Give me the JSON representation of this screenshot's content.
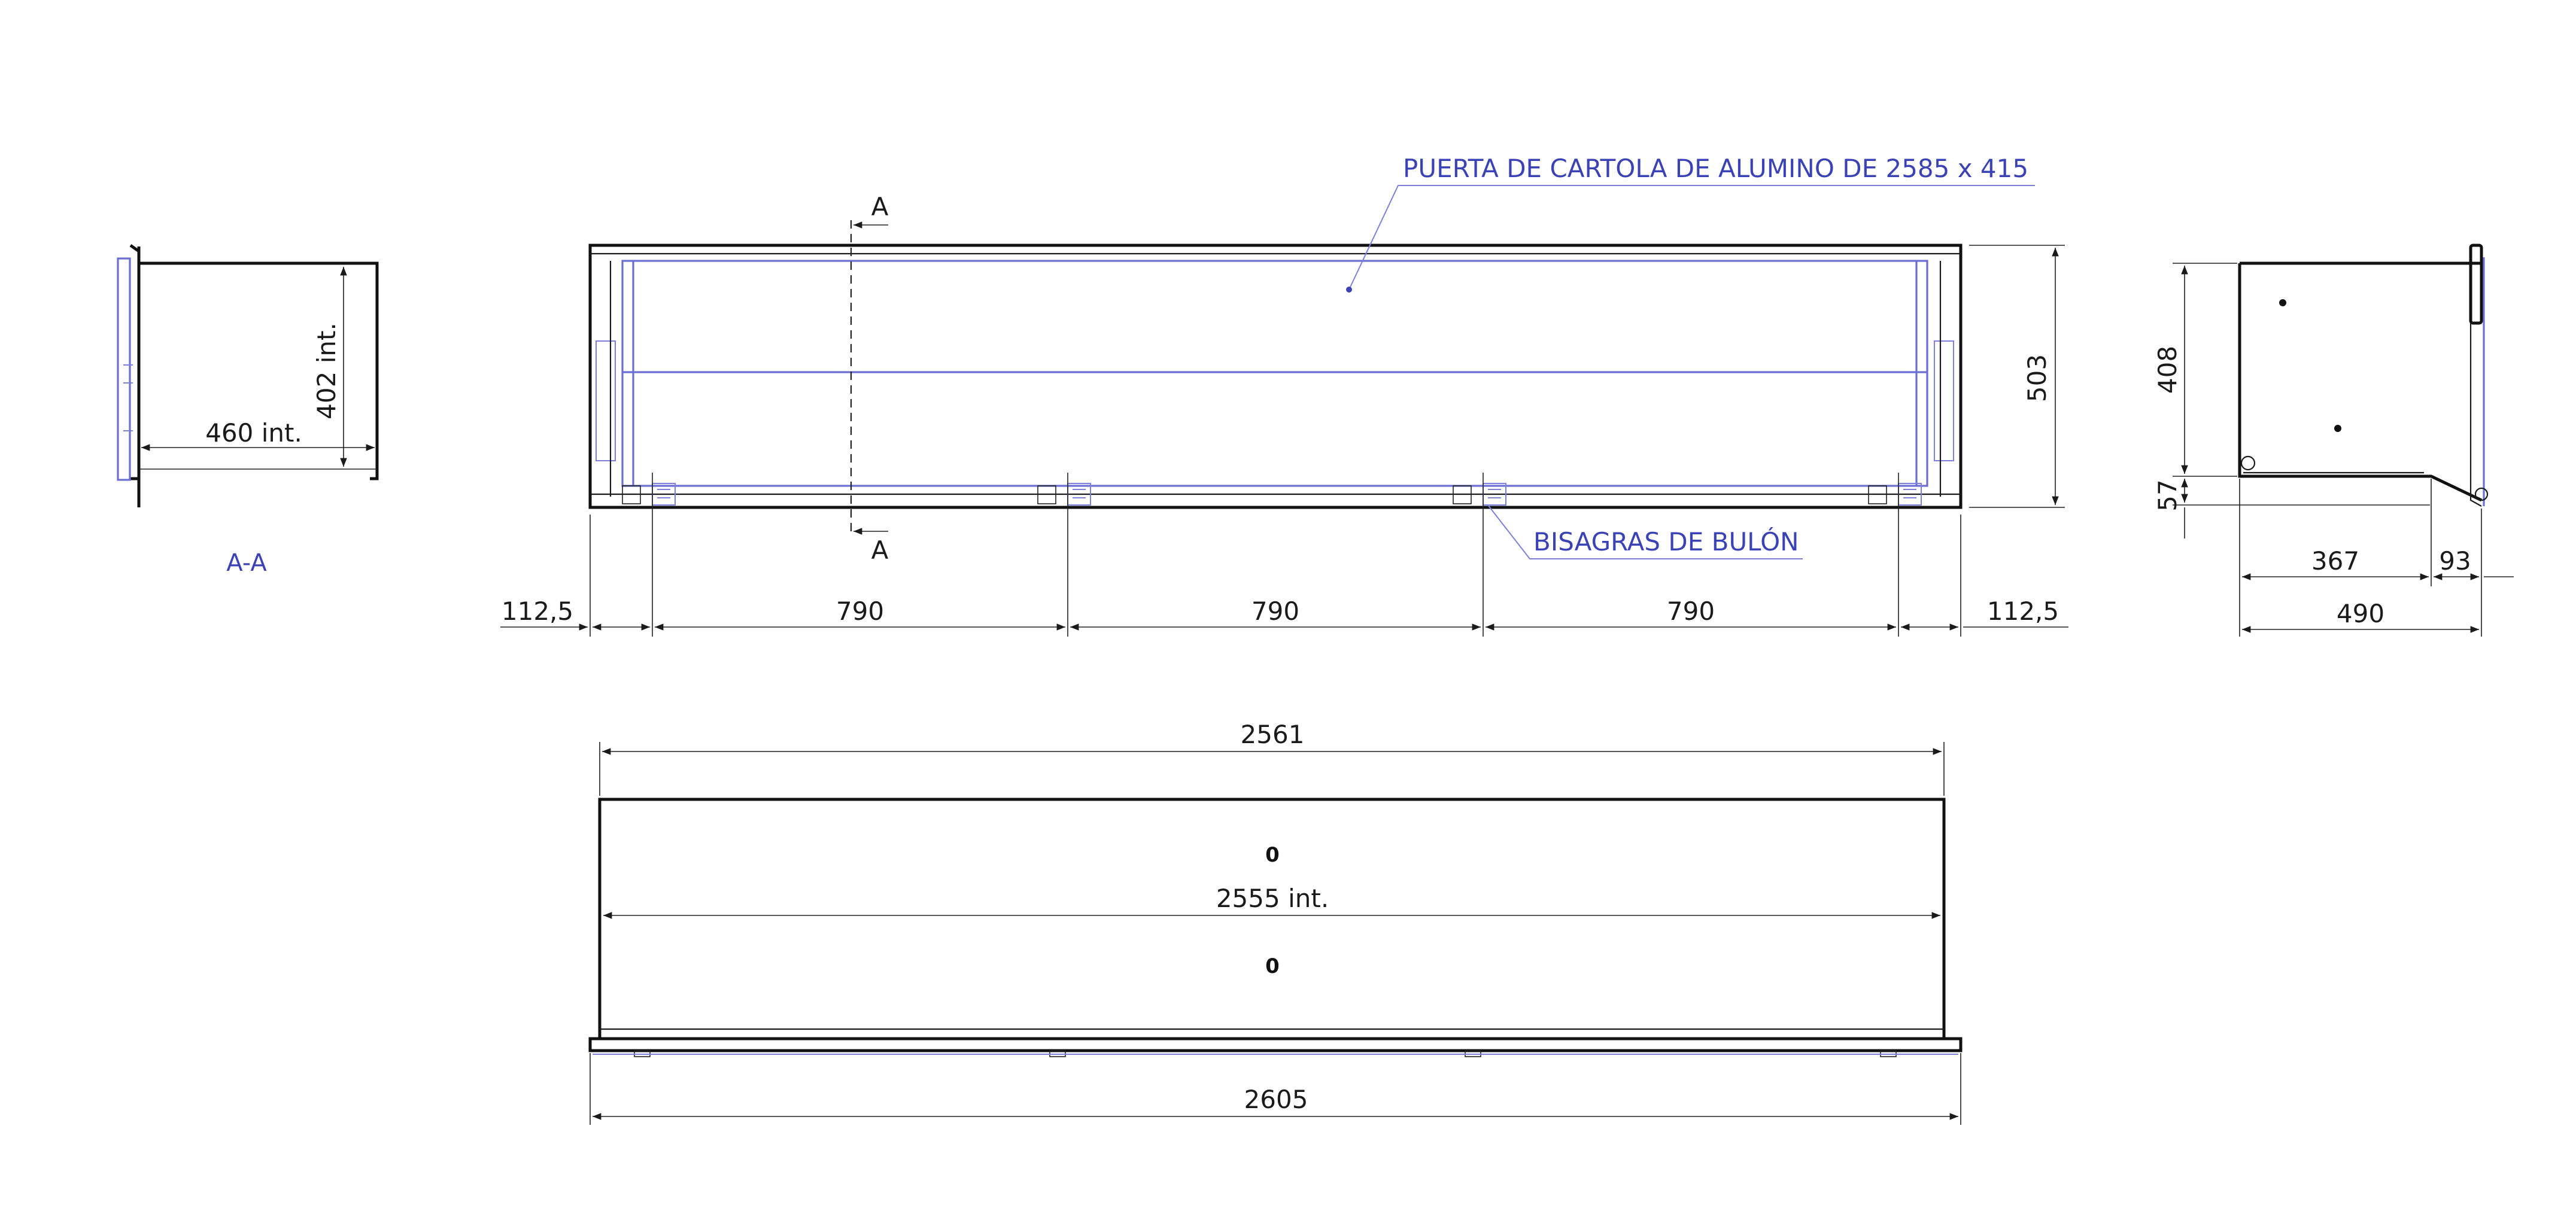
{
  "views": {
    "section_label": "A-A",
    "cut_marker": "A"
  },
  "notes": {
    "door_label": "PUERTA DE CARTOLA DE ALUMINO DE 2585 x 415",
    "hinge_label": "BISAGRAS DE BULÓN"
  },
  "dimensions": {
    "section_height": "402 int.",
    "section_width": "460 int.",
    "front_height": "503",
    "edge_left": "112,5",
    "edge_right": "112,5",
    "hinge_spacing": [
      "790",
      "790",
      "790"
    ],
    "side_upper": "408",
    "side_lower": "57",
    "side_depth_a": "367",
    "side_depth_b": "93",
    "side_total": "490",
    "top_outer": "2561",
    "top_inner": "2555 int.",
    "top_total": "2605"
  },
  "marks": {
    "slot_upper": "0",
    "slot_lower": "0"
  }
}
